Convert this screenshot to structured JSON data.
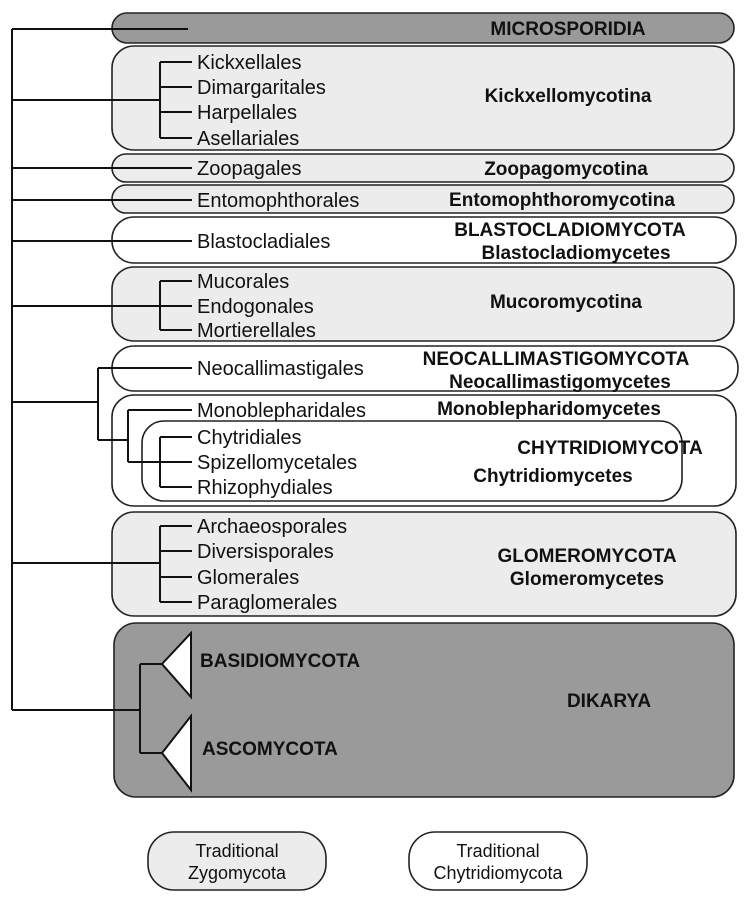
{
  "groups": {
    "microsporidia": {
      "label": "MICROSPORIDIA"
    },
    "kickxellomycotina": {
      "label": "Kickxellomycotina",
      "orders": [
        "Kickxellales",
        "Dimargaritales",
        "Harpellales",
        "Asellariales"
      ]
    },
    "zoopagomycotina": {
      "label": "Zoopagomycotina",
      "orders": [
        "Zoopagales"
      ]
    },
    "entomophthoromycotina": {
      "label": "Entomophthoromycotina",
      "orders": [
        "Entomophthorales"
      ]
    },
    "blastocladiomycota": {
      "label": "BLASTOCLADIOMYCOTA",
      "sublabel": "Blastocladiomycetes",
      "orders": [
        "Blastocladiales"
      ]
    },
    "mucoromycotina": {
      "label": "Mucoromycotina",
      "orders": [
        "Mucorales",
        "Endogonales",
        "Mortierellales"
      ]
    },
    "neocallimastigomycota": {
      "label": "NEOCALLIMASTIGOMYCOTA",
      "sublabel": "Neocallimastigomycetes",
      "orders": [
        "Neocallimastigales"
      ]
    },
    "monoblepharidomycetes": {
      "label": "Monoblepharidomycetes",
      "orders": [
        "Monoblepharidales"
      ]
    },
    "chytridiomycota": {
      "label": "CHYTRIDIOMYCOTA",
      "sublabel": "Chytridiomycetes",
      "orders": [
        "Chytridiales",
        "Spizellomycetales",
        "Rhizophydiales"
      ]
    },
    "glomeromycota": {
      "label": "GLOMEROMYCOTA",
      "sublabel": "Glomeromycetes",
      "orders": [
        "Archaeosporales",
        "Diversisporales",
        "Glomerales",
        "Paraglomerales"
      ]
    },
    "dikarya": {
      "label": "DIKARYA",
      "clades": [
        "BASIDIOMYCOTA",
        "ASCOMYCOTA"
      ]
    }
  },
  "legend": {
    "zygomycota": [
      "Traditional",
      "Zygomycota"
    ],
    "chytridiomycota": [
      "Traditional",
      "Chytridiomycota"
    ]
  },
  "colors": {
    "microsporidia_fill": "#9a9a9a",
    "zygomycota_fill": "#ececec",
    "chytrid_fill": "#ffffff",
    "dikarya_fill": "#9a9a9a"
  }
}
